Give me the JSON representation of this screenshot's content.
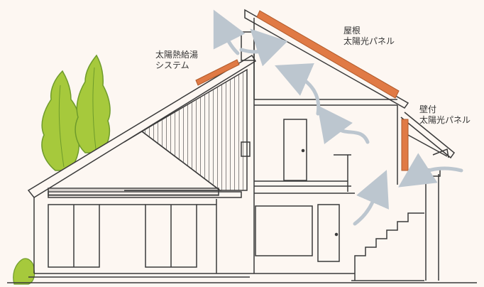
{
  "labels": {
    "solar_water_heater": {
      "line1": "太陽熱給湯",
      "line2": "システム"
    },
    "roof_solar_panel": {
      "line1": "屋根",
      "line2": "太陽光パネル"
    },
    "wall_solar_panel": {
      "line1": "壁付",
      "line2": "太陽光パネル"
    }
  },
  "colors": {
    "background": "#fdf7f2",
    "panel": "#e07a45",
    "arrow": "#bcc6cf",
    "line": "#3a3a3a",
    "tree_light": "#a6c93c",
    "tree_dark": "#6e9b2b"
  },
  "icons": {
    "airflow": "curved-arrow",
    "tree": "conifer-tree"
  }
}
